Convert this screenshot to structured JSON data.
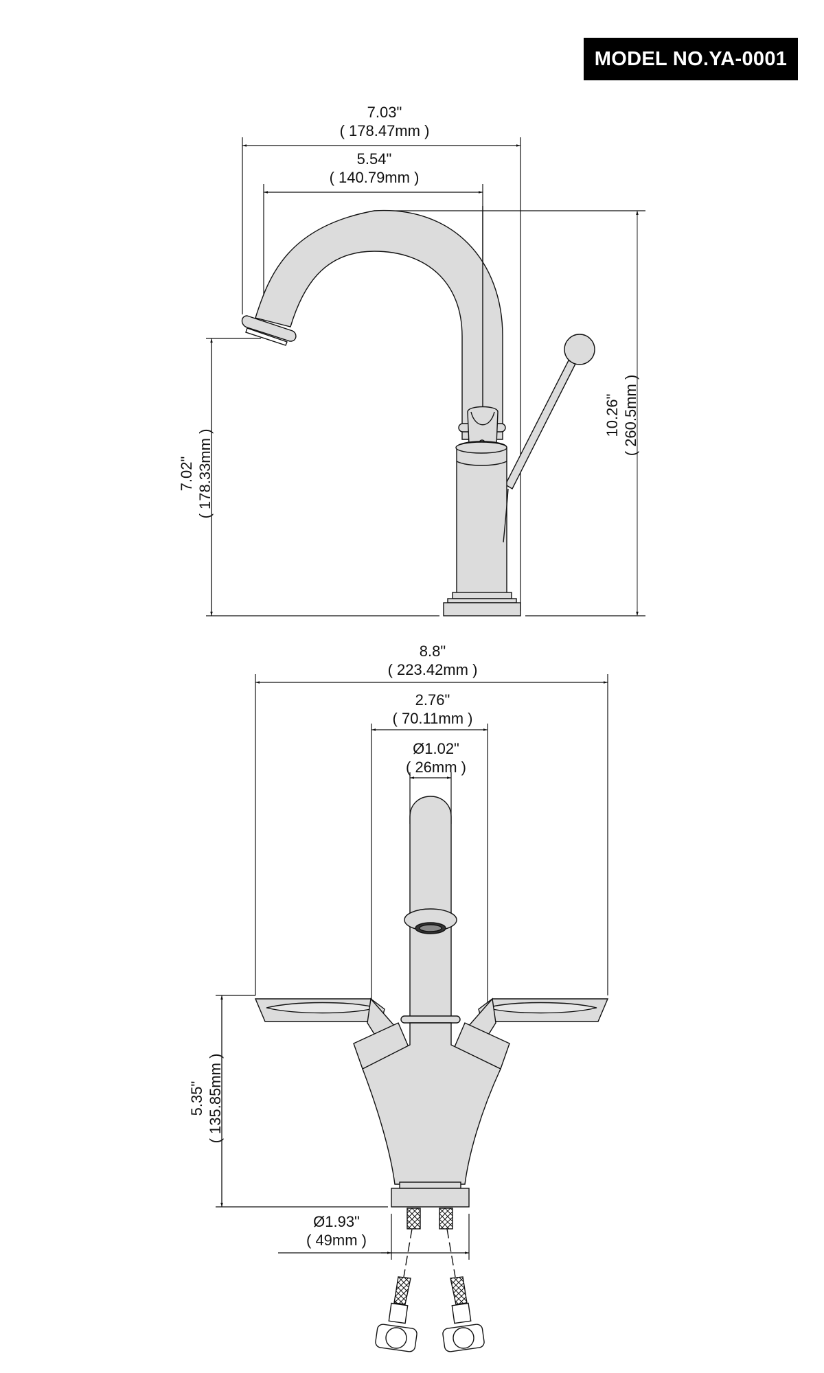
{
  "header": {
    "model_label": "MODEL NO.YA-0001",
    "background_color": "#000000",
    "text_color": "#ffffff"
  },
  "colors": {
    "fill": "#dcdcdc",
    "stroke": "#111111"
  },
  "side_view": {
    "overall_reach": {
      "inches": "7.03\"",
      "mm": "( 178.47mm )"
    },
    "spout_reach": {
      "inches": "5.54\"",
      "mm": "( 140.79mm )"
    },
    "spout_height": {
      "inches": "7.02\"",
      "mm": "( 178.33mm )"
    },
    "overall_height": {
      "inches": "10.26\"",
      "mm": "( 260.5mm )"
    }
  },
  "front_view": {
    "overall_width": {
      "inches": "8.8\"",
      "mm": "( 223.42mm )"
    },
    "handle_spacing": {
      "inches": "2.76\"",
      "mm": "( 70.11mm )"
    },
    "spout_diameter": {
      "inches": "Ø1.02\"",
      "mm": "( 26mm )"
    },
    "handle_height": {
      "inches": "5.35\"",
      "mm": "( 135.85mm )"
    },
    "base_diameter": {
      "inches": "Ø1.93\"",
      "mm": "( 49mm )"
    }
  }
}
